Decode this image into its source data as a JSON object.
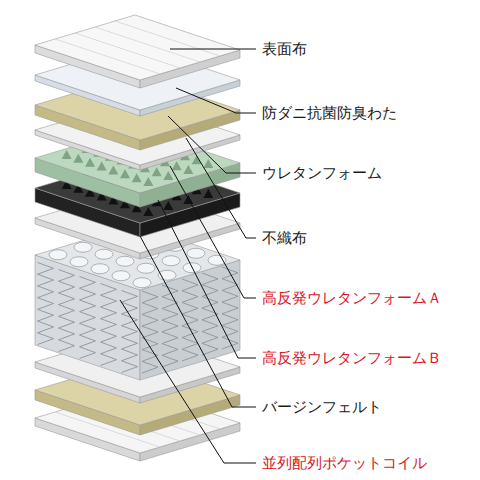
{
  "diagram": {
    "labels": [
      "表面布",
      "防ダニ抗菌防臭わた",
      "ウレタンフォーム",
      "不織布",
      "高反発ウレタンフォームＡ",
      "高反発ウレタンフォームＢ",
      "バージンフェルト",
      "並列配列ポケットコイル"
    ]
  }
}
